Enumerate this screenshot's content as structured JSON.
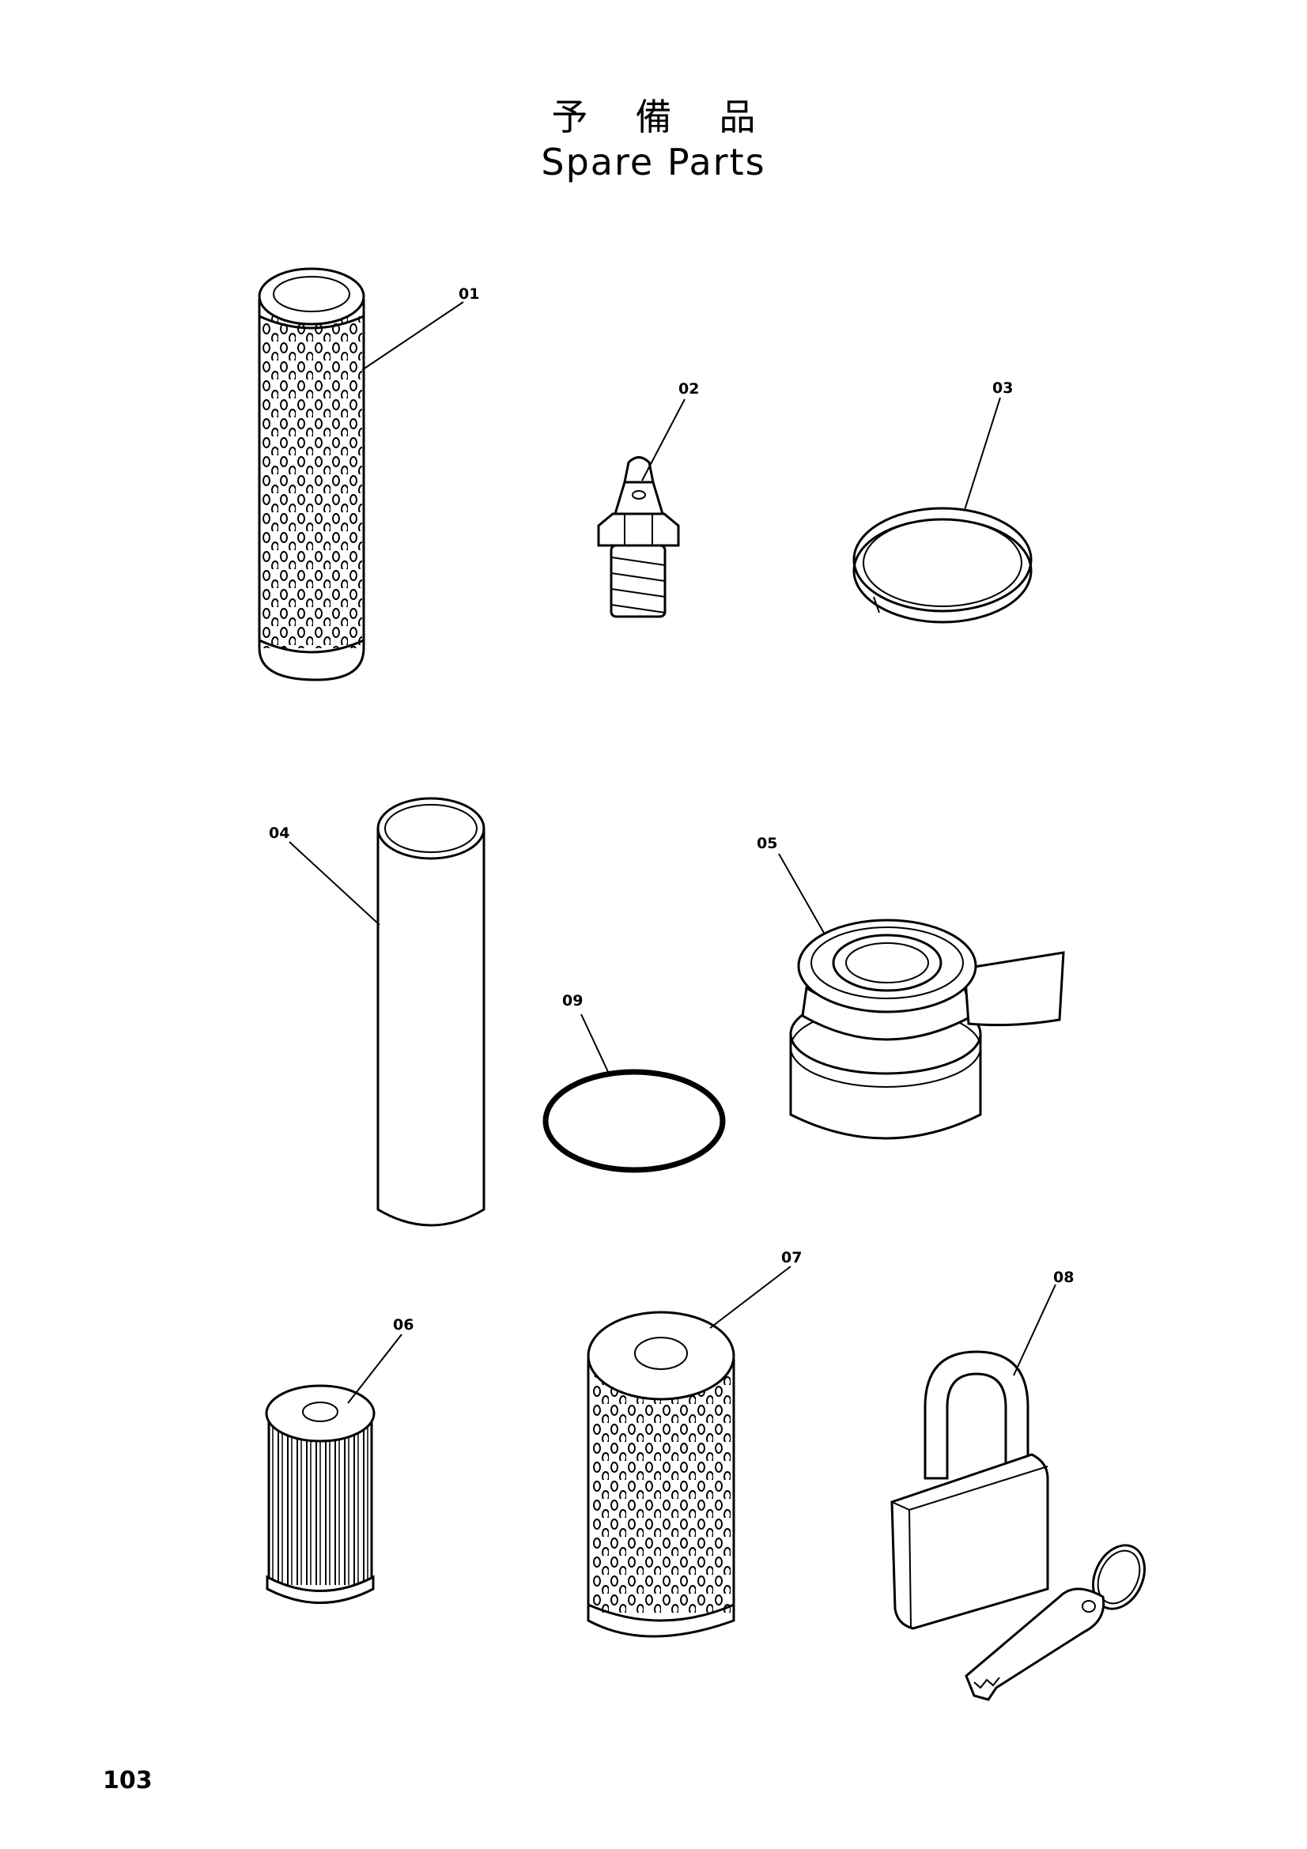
{
  "page": {
    "title_jp": "予備品",
    "title_en": "Spare Parts",
    "page_number": "103"
  },
  "parts": [
    {
      "id": "01",
      "icon": "perforated-filter-element-icon"
    },
    {
      "id": "02",
      "icon": "grease-nipple-icon"
    },
    {
      "id": "03",
      "icon": "split-ring-icon"
    },
    {
      "id": "04",
      "icon": "cylindrical-tube-icon"
    },
    {
      "id": "05",
      "icon": "seal-kit-icon"
    },
    {
      "id": "06",
      "icon": "pleated-filter-cartridge-icon"
    },
    {
      "id": "07",
      "icon": "perforated-filter-cartridge-icon"
    },
    {
      "id": "08",
      "icon": "padlock-with-key-icon"
    },
    {
      "id": "09",
      "icon": "o-ring-icon"
    }
  ]
}
